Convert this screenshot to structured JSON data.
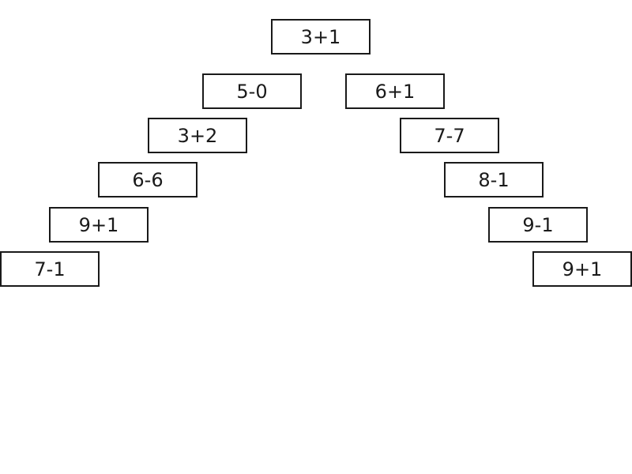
{
  "top": "3+1",
  "left_branch": [
    "5-0",
    "3+2",
    "6-6",
    "9+1",
    "7-1"
  ],
  "right_branch": [
    "6+1",
    "7-7",
    "8-1",
    "9-1",
    "9+1"
  ],
  "colors": {
    "border": "#1a1a1a",
    "background": "#ffffff",
    "text": "#1a1a1a"
  }
}
